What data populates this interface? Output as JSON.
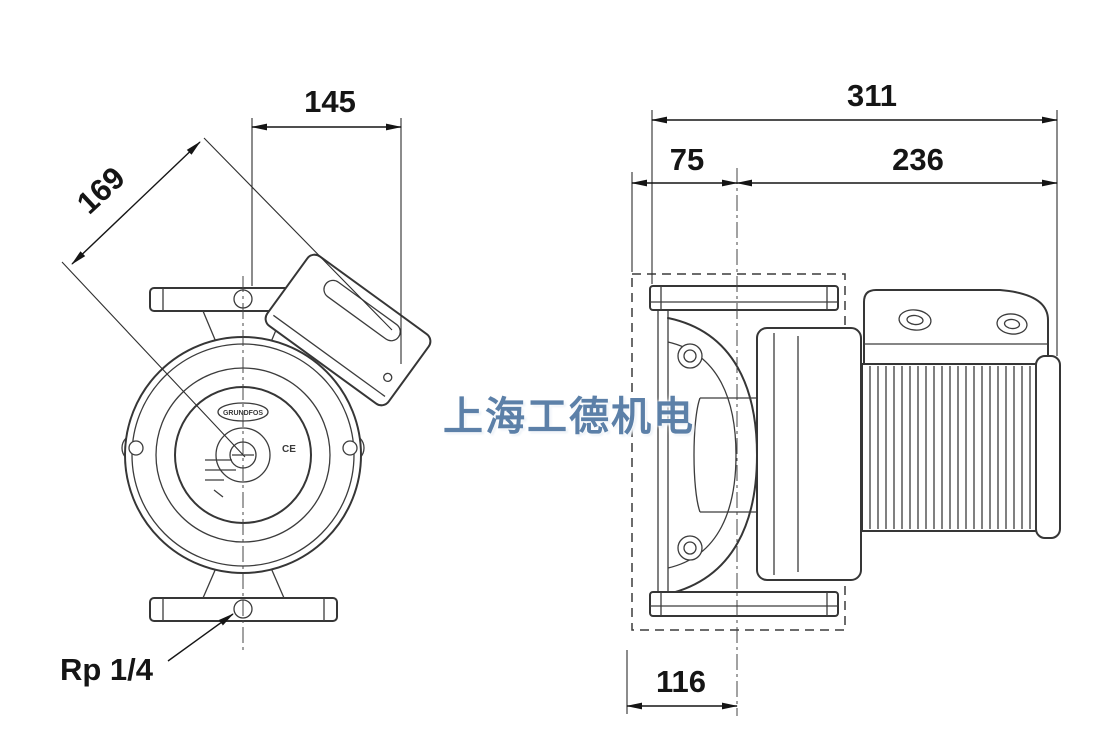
{
  "watermark": {
    "text": "上海工德机电"
  },
  "front_view": {
    "dim_width": "145",
    "dim_diagonal": "169",
    "port_label": "Rp 1/4",
    "brand": "GRUNDFOS",
    "ce_mark": "CE"
  },
  "side_view": {
    "dim_total": "311",
    "dim_left": "75",
    "dim_right": "236",
    "dim_bottom": "116"
  },
  "style": {
    "line_color": "#363636",
    "dimension_text_color": "#151515",
    "watermark_color": "#5c80a8",
    "background": "#ffffff"
  }
}
